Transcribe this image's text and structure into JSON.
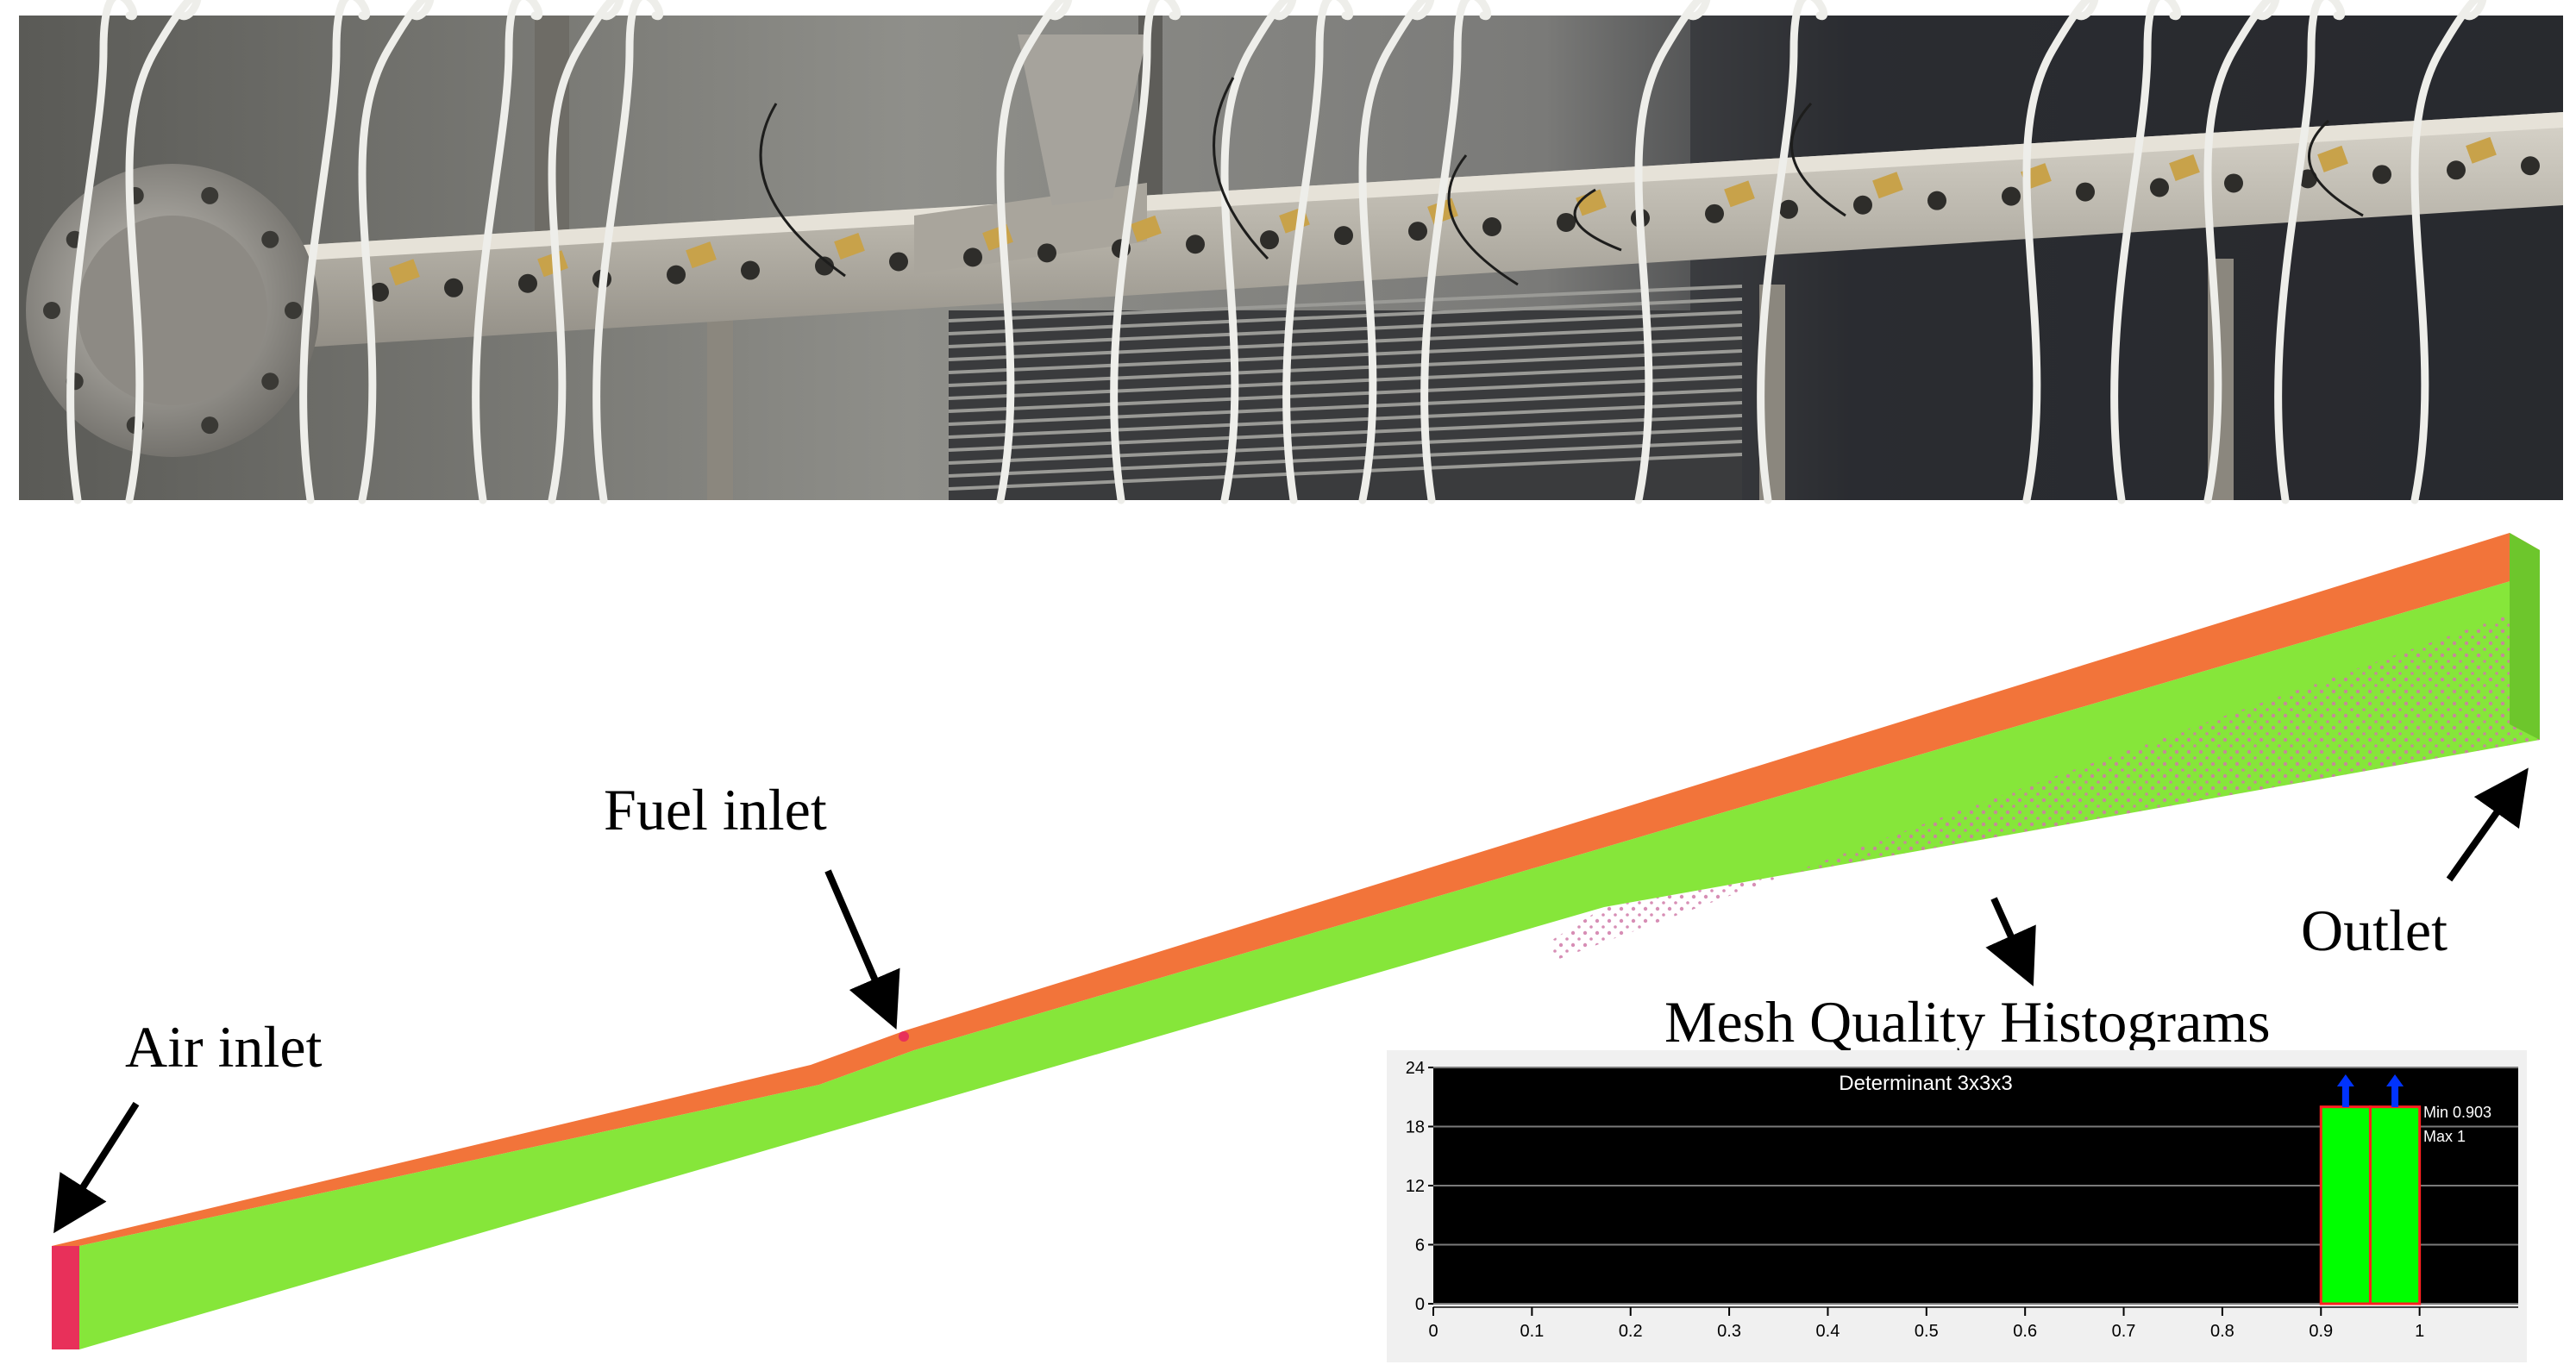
{
  "labels": {
    "fuel_inlet": "Fuel inlet",
    "air_inlet": "Air inlet",
    "outlet": "Outlet",
    "mesh_quality": "Mesh Quality Histograms"
  },
  "colors": {
    "mesh_face": "#86e63a",
    "mesh_top": "#f2743a",
    "inlet_face": "#e8305a",
    "mesh_dots": "#d07aa8",
    "hist_bg": "#000000",
    "hist_bar": "#00ff00",
    "hist_bar_edge": "#ff2020",
    "hist_marker": "#0033ff",
    "photo_steel": "#b8b4aa"
  },
  "chart_data": {
    "type": "bar",
    "title": "Determinant 3x3x3",
    "bins": [
      {
        "x0": 0.9,
        "x1": 0.95,
        "value": 20
      },
      {
        "x0": 0.95,
        "x1": 1.0,
        "value": 20
      }
    ],
    "xlim": [
      0,
      1.1
    ],
    "ylim": [
      0,
      24
    ],
    "x_ticks": [
      "0",
      "0.1",
      "0.2",
      "0.3",
      "0.4",
      "0.5",
      "0.6",
      "0.7",
      "0.8",
      "0.9",
      "1"
    ],
    "y_ticks": [
      "0",
      "6",
      "12",
      "18",
      "24"
    ],
    "stats": {
      "min": "Min 0.903",
      "max": "Max 1"
    },
    "markers": [
      0.925,
      0.975
    ],
    "grid": true
  }
}
